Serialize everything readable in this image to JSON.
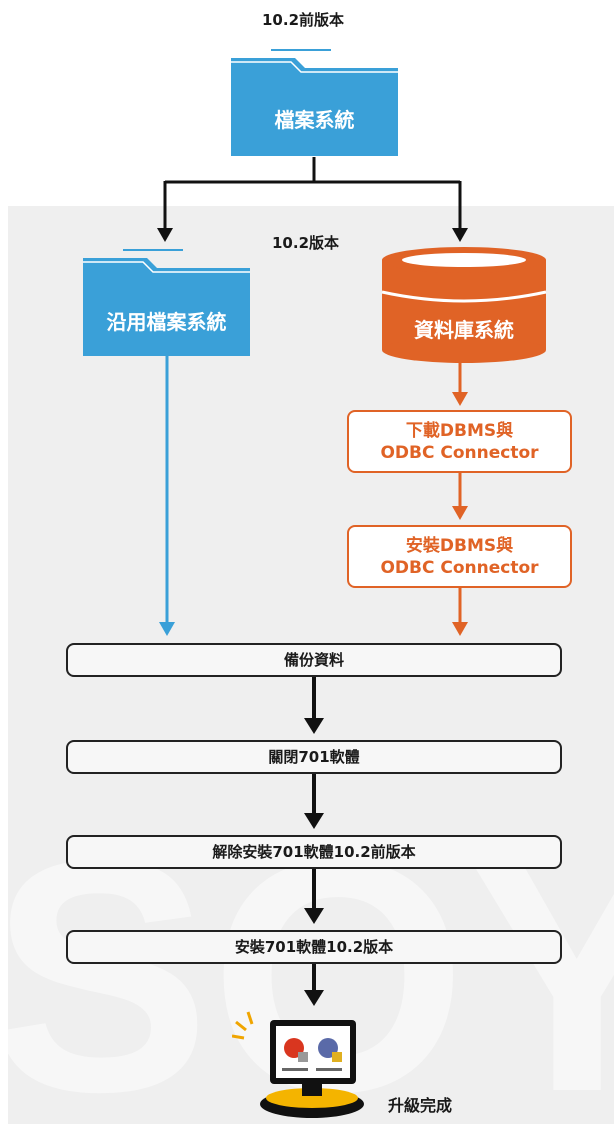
{
  "top_label": "10.2前版本",
  "inner_label": "10.2版本",
  "folder_top": "檔案系統",
  "folder_left": "沿用檔案系統",
  "database": "資料庫系統",
  "orange_steps": [
    {
      "line1": "下載DBMS與",
      "line2": "ODBC Connector"
    },
    {
      "line1": "安裝DBMS與",
      "line2": "ODBC Connector"
    }
  ],
  "steps": [
    "備份資料",
    "關閉701軟體",
    "解除安裝701軟體10.2前版本",
    "安裝701軟體10.2版本"
  ],
  "final_label": "升級完成",
  "colors": {
    "blue": "#3aa0d8",
    "orange": "#e06326",
    "panel": "#efefef",
    "arrow": "#111111"
  }
}
